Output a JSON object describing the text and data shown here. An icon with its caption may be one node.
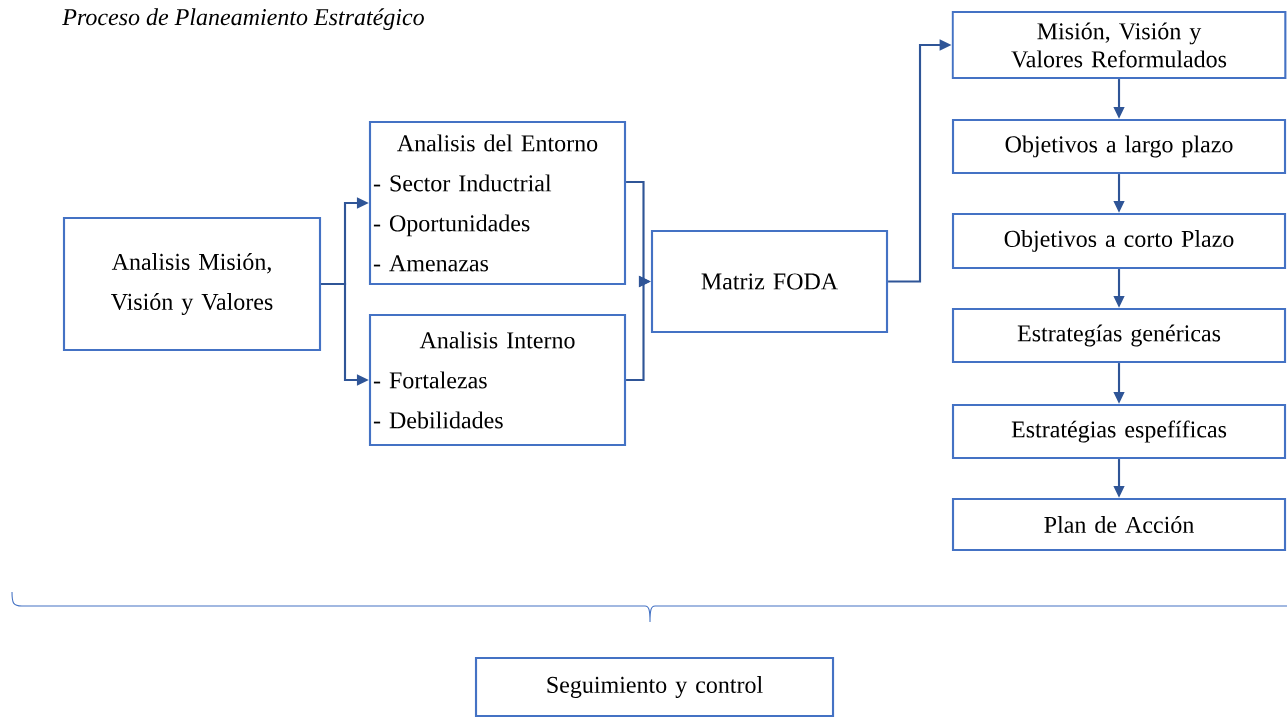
{
  "diagram": {
    "title": "Proceso de Planeamiento Estratégico",
    "nodes": [
      {
        "text": [
          "Analisis Misión, Visión y Valores"
        ]
      },
      {
        "text": [
          "Analisis del Entorno",
          "- Sector Inductrial",
          "- Oportunidades",
          "- Amenazas"
        ]
      },
      {
        "text": [
          "Analisis Interno",
          "- Fortalezas",
          "- Debilidades"
        ]
      },
      {
        "text": [
          "Matriz FODA"
        ]
      },
      {
        "text": [
          "Misión, Visión y Valores Reformulados"
        ]
      },
      {
        "text": [
          "Objetivos a largo plazo"
        ]
      },
      {
        "text": [
          "Objetivos a corto Plazo"
        ]
      },
      {
        "text": [
          "Estrategías genéricas"
        ]
      },
      {
        "text": [
          "Estratégias espefíficas"
        ]
      },
      {
        "text": [
          "Plan de Acción"
        ]
      },
      {
        "text": [
          "Seguimiento y control"
        ]
      }
    ],
    "edges": [
      {
        "from": 0,
        "to": 1,
        "arrow": "to"
      },
      {
        "from": 0,
        "to": 2,
        "arrow": "to"
      },
      {
        "from": 1,
        "to": 3,
        "arrow": "to"
      },
      {
        "from": 2,
        "to": 3,
        "arrow": "to"
      },
      {
        "from": 3,
        "to": 4,
        "arrow": "to"
      },
      {
        "from": 4,
        "to": 5,
        "arrow": "to"
      },
      {
        "from": 5,
        "to": 6,
        "arrow": "to"
      },
      {
        "from": 6,
        "to": 7,
        "arrow": "to"
      },
      {
        "from": 7,
        "to": 8,
        "arrow": "to"
      },
      {
        "from": 8,
        "to": 9,
        "arrow": "to"
      }
    ]
  }
}
